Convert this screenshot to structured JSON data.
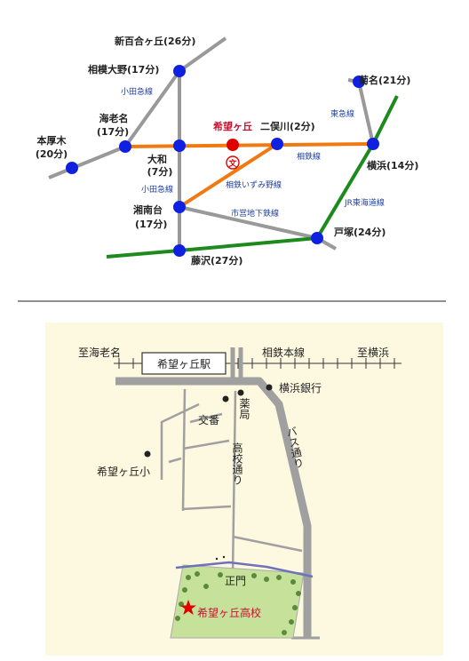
{
  "route_map": {
    "stations": {
      "shin_yurigaoka": "新百合ヶ丘(26分)",
      "sagami_ono": "相模大野(17分)",
      "ebina_1": "海老名",
      "ebina_2": "(17分)",
      "hon_atsugi_1": "本厚木",
      "hon_atsugi_2": "(20分)",
      "yamato_1": "大和",
      "yamato_2": "(7分)",
      "kibogaoka": "希望ヶ丘",
      "futamatagawa": "二俣川(2分)",
      "kikuna": "菊名(21分)",
      "yokohama": "横浜(14分)",
      "shonandai_1": "湘南台",
      "shonandai_2": "(17分)",
      "totsuka": "戸塚(24分)",
      "fujisawa": "藤沢(27分)"
    },
    "school_mark": "文",
    "lines": {
      "odakyu_1": "小田急線",
      "odakyu_2": "小田急線",
      "tokyu": "東急線",
      "sotetsu": "相鉄線",
      "izumino": "相鉄いずみ野線",
      "subway": "市営地下鉄線",
      "jr_tokaido": "JR東海道線"
    },
    "colors": {
      "sotetsu_main": "#f07a12",
      "jr": "#1d8a1d",
      "other": "#999999",
      "station": "#1020e0",
      "school": "#e00000"
    }
  },
  "local_map": {
    "to_ebina": "至海老名",
    "station_box": "希望ヶ丘駅",
    "sotetsu_main": "相鉄本線",
    "to_yokohama": "至横浜",
    "yokohama_bank": "横浜銀行",
    "pharmacy": "薬局",
    "koban": "交番",
    "bus_street": "バス通り",
    "school_street": "高校通り",
    "elementary": "希望ヶ丘小",
    "main_gate": "正門",
    "high_school": "希望ヶ丘高校",
    "colors": {
      "background": "#fdf8e0",
      "campus": "#c6e29a",
      "main_road": "#a0a0a0",
      "river": "#6f72b8"
    }
  }
}
